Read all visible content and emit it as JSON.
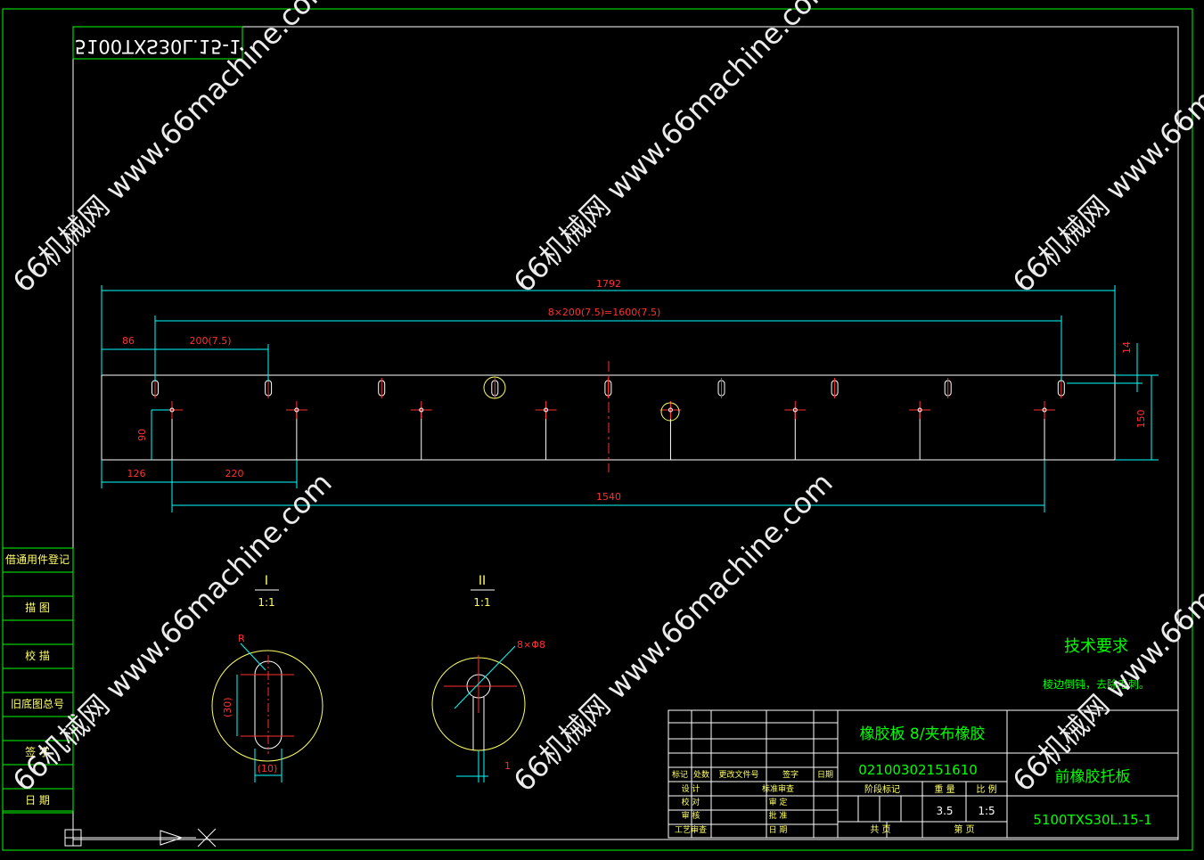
{
  "drawing_number_mirrored": "5100TXS30L.15-1",
  "dimensions": {
    "overall_length": "1792",
    "hole_pitch_total": "8×200(7.5)=1600(7.5)",
    "left_offset": "86",
    "pitch": "200(7.5)",
    "right_top": "14",
    "height": "150",
    "slot_depth": "90",
    "lower_left": "126",
    "lower_pitch": "220",
    "lower_total": "1540"
  },
  "detail_views": {
    "view1_label": "I",
    "view1_scale": "1:1",
    "view2_label": "II",
    "view2_scale": "1:1",
    "radius_label": "R",
    "slot_length": "(30)",
    "slot_width": "(10)",
    "hole_label": "8×Φ8",
    "gap_label": "1"
  },
  "side_table": [
    "借通用件登记",
    "描 图",
    "校 描",
    "旧底图总号",
    "签 字",
    "日 期"
  ],
  "tech_requirements": {
    "title": "技术要求",
    "text": "棱边倒钝，去除毛刺。"
  },
  "title_block": {
    "material": "橡胶板 8/夹布橡胶",
    "material_code": "02100302151610",
    "part_name": "前橡胶托板",
    "drawing_number": "5100TXS30L.15-1",
    "weight": "3.5",
    "scale": "1:5",
    "rev_headers": [
      "标记",
      "处数",
      "更改文件号",
      "签字",
      "日期"
    ],
    "left_rows": [
      [
        "设 计",
        "标准审查"
      ],
      [
        "校 对",
        "审 定"
      ],
      [
        "审 核",
        "批 准"
      ],
      [
        "工艺审查",
        "日 期"
      ]
    ],
    "stage_mark": "阶段标记",
    "weight_label": "重 量",
    "scale_label": "比 例",
    "total_sheets": "共 页",
    "sheet_no": "第 页"
  },
  "watermark": "66机械网 www.66machine.com"
}
